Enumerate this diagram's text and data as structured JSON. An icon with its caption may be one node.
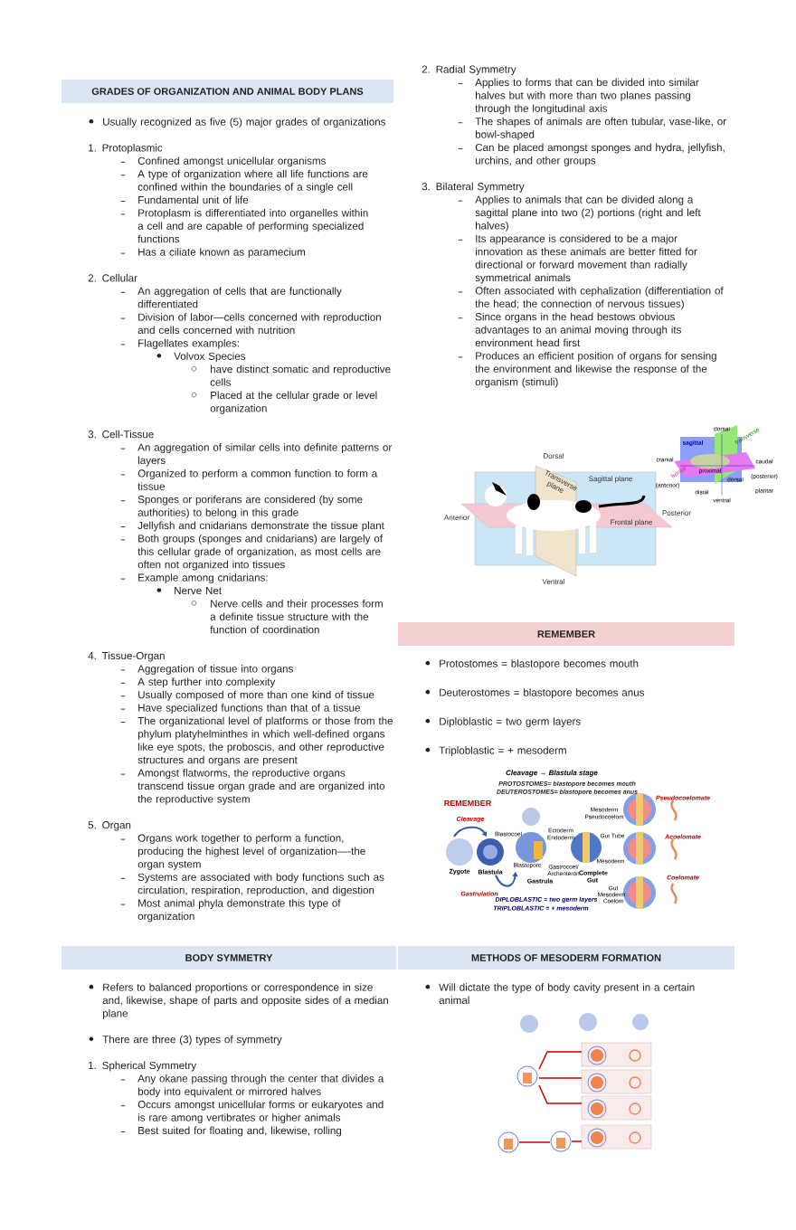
{
  "diagram": {
    "nodes": [
      {
        "text": [
          "GRADES OF ORGANIZATION AND ANIMAL BODY PLANS"
        ]
      },
      {
        "text": [
          "REMEMBER"
        ]
      },
      {
        "text": [
          "BODY SYMMETRY"
        ]
      },
      {
        "text": [
          "METHODS OF MESODERM FORMATION"
        ]
      }
    ],
    "labels": [
      "Usually recognized as five (5) major grades of organizations",
      "1. Protoplasmic",
      "Confined amongst unicellular organisms",
      "A type of organization where all life functions are confined within the boundaries of a single cell",
      "Fundamental unit of life",
      "Protoplasm is differentiated into organelles within a cell and are capable of performing specialized functions",
      "Has a ciliate known as paramecium",
      "2. Cellular",
      "An aggregation of cells that are functionally differentiated",
      "Division of labor—cells concerned with reproduction and cells concerned with nutrition",
      "Flagellates examples:",
      "Volvox Species",
      "have distinct somatic and reproductive cells",
      "Placed at the cellular grade or level organization",
      "3. Cell-Tissue",
      "An aggregation of similar cells into definite patterns or layers",
      "Organized to perform a common function to form a tissue",
      "Sponges or poriferans are considered (by some authorities) to belong in this grade",
      "Jellyfish and cnidarians demonstrate the tissue plant",
      "Both groups (sponges and cnidarians) are largely of this cellular grade of organization, as most cells are often not organized into tissues",
      "Example among cnidarians:",
      "Nerve Net",
      "Nerve cells and their processes form a definite tissue structure with the function of coordination",
      "4. Tissue-Organ",
      "Aggregation of tissue into organs",
      "A step further into complexity",
      "Usually composed of more than one kind of tissue",
      "Have specialized functions than that of a tissue",
      "The organizational level of platforms or those from the phylum platyhelminthes in which well-defined organs like eye spots, the proboscis, and other reproductive structures and organs are present",
      "Amongst flatworms, the reproductive organs transcend tissue organ grade and are organized into the reproductive system",
      "5. Organ",
      "Organs work together to perform a function, producing the highest level of organization—-the organ system",
      "Systems are associated with body functions such as circulation, respiration, reproduction, and digestion",
      "Most animal phyla demonstrate this type of organization",
      "2. Radial Symmetry",
      "Applies to forms that can be divided into similar halves but with more than two planes passing through the longitudinal axis",
      "The shapes of animals are often tubular, vase-like, or bowl-shaped",
      "Can be placed amongst sponges and hydra, jellyfish, urchins, and other groups",
      "3. Bilateral Symmetry",
      "Applies to animals that can be divided along a sagittal plane into two (2) portions (right and left halves)",
      "Its appearance is considered to be a major innovation as these animals are better fitted for directional or forward movement than radially symmetrical animals",
      "Often associated with cephalization (differentiation of the head; the connection of nervous tissues)",
      "Since organs in the head bestows obvious advantages to an animal moving through its environment head first",
      "Produces an efficient position of organs for sensing the environment and likewise the response of the organism (stimuli)",
      "Dorsal",
      "Transverse plane",
      "Sagittal plane",
      "Anterior",
      "Posterior",
      "Frontal plane",
      "Ventral",
      "dorsal",
      "sagittal",
      "transverse",
      "cranial",
      "frontal",
      "(anterior)",
      "proximal",
      "dorsal",
      "distal",
      "ventral",
      "caudal",
      "(posterior)",
      "plantar",
      "Protostomes = blastopore becomes mouth",
      "Deuterostomes = blastopore becomes anus",
      "Diploblastic = two germ layers",
      "Triploblastic = + mesoderm",
      "Cleavage → Blastula stage",
      "REMEMBER",
      "PROTOSTOMES= blastopore becomes mouth",
      "DEUTEROSTOMES= blastopore becomes anus",
      "Pseudocoelomate",
      "Mesoderm",
      "Pseudocoelom",
      "Cleavage",
      "Blastocoel",
      "Ectoderm",
      "Endoderm",
      "Gut Tube",
      "Acoelomate",
      "Zygote",
      "Blastula",
      "Blastopore",
      "Gastrocoel/ Archenteron",
      "Complete Gut",
      "Mesoderm",
      "Gastrula",
      "Coelomate",
      "Gastrulation",
      "Gut",
      "Mesoderm",
      "Coelom",
      "DIPLOBLASTIC = two germ layers",
      "TRIPLOBLASTIC = + mesoderm",
      "Refers to balanced proportions or correspondence in size and, likewise, shape of parts and opposite sides of a median plane",
      "There are three (3) types of symmetry",
      "1. Spherical Symmetry",
      "Any okane passing through the center that divides a body into equivalent or mirrored halves",
      "Occurs amongst unicellular forms or eukaryotes and is rare among vertibrates or higher animals",
      "Best suited for floating and, likewise, rolling",
      "Will dictate the type of body cavity present in a certain animal"
    ]
  }
}
